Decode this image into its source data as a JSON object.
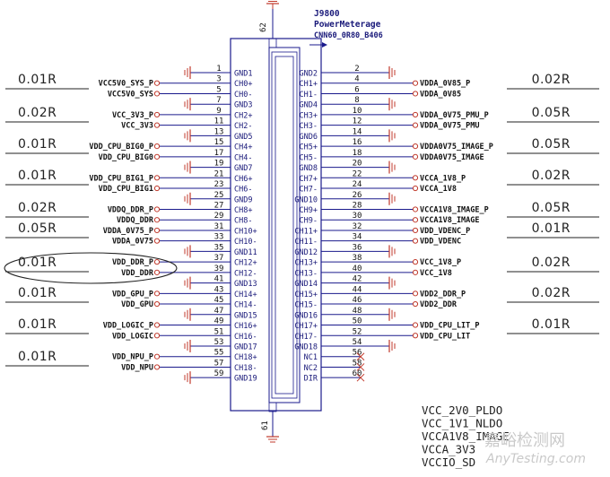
{
  "connector": {
    "ref": "J9800",
    "name": "PowerMeterage",
    "part": "CNN60_0R80_B406",
    "top_pin": "62",
    "bottom_pin": "61"
  },
  "left_pins": [
    {
      "num": "1",
      "name": "GND1",
      "net": "",
      "kind": "gnd"
    },
    {
      "num": "3",
      "name": "CH0+",
      "net": "VCC5V0_SYS_P",
      "kind": "net"
    },
    {
      "num": "5",
      "name": "CH0-",
      "net": "VCC5V0_SYS",
      "kind": "net"
    },
    {
      "num": "7",
      "name": "GND3",
      "net": "",
      "kind": "gnd"
    },
    {
      "num": "9",
      "name": "CH2+",
      "net": "VCC_3V3_P",
      "kind": "net"
    },
    {
      "num": "11",
      "name": "CH2-",
      "net": "VCC_3V3",
      "kind": "net"
    },
    {
      "num": "13",
      "name": "GND5",
      "net": "",
      "kind": "gnd"
    },
    {
      "num": "15",
      "name": "CH4+",
      "net": "VDD_CPU_BIG0_P",
      "kind": "net"
    },
    {
      "num": "17",
      "name": "CH4-",
      "net": "VDD_CPU_BIG0",
      "kind": "net"
    },
    {
      "num": "19",
      "name": "GND7",
      "net": "",
      "kind": "gnd"
    },
    {
      "num": "21",
      "name": "CH6+",
      "net": "VDD_CPU_BIG1_P",
      "kind": "net"
    },
    {
      "num": "23",
      "name": "CH6-",
      "net": "VDD_CPU_BIG1",
      "kind": "net"
    },
    {
      "num": "25",
      "name": "GND9",
      "net": "",
      "kind": "gnd"
    },
    {
      "num": "27",
      "name": "CH8+",
      "net": "VDDQ_DDR_P",
      "kind": "net"
    },
    {
      "num": "29",
      "name": "CH8-",
      "net": "VDDQ_DDR",
      "kind": "net"
    },
    {
      "num": "31",
      "name": "CH10+",
      "net": "VDDA_0V75_P",
      "kind": "net"
    },
    {
      "num": "33",
      "name": "CH10-",
      "net": "VDDA_0V75",
      "kind": "net"
    },
    {
      "num": "35",
      "name": "GND11",
      "net": "",
      "kind": "gnd"
    },
    {
      "num": "37",
      "name": "CH12+",
      "net": "VDD_DDR_P",
      "kind": "net"
    },
    {
      "num": "39",
      "name": "CH12-",
      "net": "VDD_DDR",
      "kind": "net"
    },
    {
      "num": "41",
      "name": "GND13",
      "net": "",
      "kind": "gnd"
    },
    {
      "num": "43",
      "name": "CH14+",
      "net": "VDD_GPU_P",
      "kind": "net"
    },
    {
      "num": "45",
      "name": "CH14-",
      "net": "VDD_GPU",
      "kind": "net"
    },
    {
      "num": "47",
      "name": "GND15",
      "net": "",
      "kind": "gnd"
    },
    {
      "num": "49",
      "name": "CH16+",
      "net": "VDD_LOGIC_P",
      "kind": "net"
    },
    {
      "num": "51",
      "name": "CH16-",
      "net": "VDD_LOGIC",
      "kind": "net"
    },
    {
      "num": "53",
      "name": "GND17",
      "net": "",
      "kind": "gnd"
    },
    {
      "num": "55",
      "name": "CH18+",
      "net": "VDD_NPU_P",
      "kind": "net"
    },
    {
      "num": "57",
      "name": "CH18-",
      "net": "VDD_NPU",
      "kind": "net"
    },
    {
      "num": "59",
      "name": "GND19",
      "net": "",
      "kind": "gnd"
    }
  ],
  "right_pins": [
    {
      "num": "2",
      "name": "GND2",
      "net": "",
      "kind": "gnd"
    },
    {
      "num": "4",
      "name": "CH1+",
      "net": "VDDA_0V85_P",
      "kind": "net"
    },
    {
      "num": "6",
      "name": "CH1-",
      "net": "VDDA_0V85",
      "kind": "net"
    },
    {
      "num": "8",
      "name": "GND4",
      "net": "",
      "kind": "gnd"
    },
    {
      "num": "10",
      "name": "CH3+",
      "net": "VDDA_0V75_PMU_P",
      "kind": "net"
    },
    {
      "num": "12",
      "name": "CH3-",
      "net": "VDDA_0V75_PMU",
      "kind": "net"
    },
    {
      "num": "14",
      "name": "GND6",
      "net": "",
      "kind": "gnd"
    },
    {
      "num": "16",
      "name": "CH5+",
      "net": "VDDA0V75_IMAGE_P",
      "kind": "net"
    },
    {
      "num": "18",
      "name": "CH5-",
      "net": "VDDA0V75_IMAGE",
      "kind": "net"
    },
    {
      "num": "20",
      "name": "GND8",
      "net": "",
      "kind": "gnd"
    },
    {
      "num": "22",
      "name": "CH7+",
      "net": "VCCA_1V8_P",
      "kind": "net"
    },
    {
      "num": "24",
      "name": "CH7-",
      "net": "VCCA_1V8",
      "kind": "net"
    },
    {
      "num": "26",
      "name": "GND10",
      "net": "",
      "kind": "gnd"
    },
    {
      "num": "28",
      "name": "CH9+",
      "net": "VCCA1V8_IMAGE_P",
      "kind": "net"
    },
    {
      "num": "30",
      "name": "CH9-",
      "net": "VCCA1V8_IMAGE",
      "kind": "net"
    },
    {
      "num": "32",
      "name": "CH11+",
      "net": "VDD_VDENC_P",
      "kind": "net"
    },
    {
      "num": "34",
      "name": "CH11-",
      "net": "VDD_VDENC",
      "kind": "net"
    },
    {
      "num": "36",
      "name": "GND12",
      "net": "",
      "kind": "gnd"
    },
    {
      "num": "38",
      "name": "CH13+",
      "net": "VCC_1V8_P",
      "kind": "net"
    },
    {
      "num": "40",
      "name": "CH13-",
      "net": "VCC_1V8",
      "kind": "net"
    },
    {
      "num": "42",
      "name": "GND14",
      "net": "",
      "kind": "gnd"
    },
    {
      "num": "44",
      "name": "CH15+",
      "net": "VDD2_DDR_P",
      "kind": "net"
    },
    {
      "num": "46",
      "name": "CH15-",
      "net": "VDD2_DDR",
      "kind": "net"
    },
    {
      "num": "48",
      "name": "GND16",
      "net": "",
      "kind": "gnd"
    },
    {
      "num": "50",
      "name": "CH17+",
      "net": "VDD_CPU_LIT_P",
      "kind": "net"
    },
    {
      "num": "52",
      "name": "CH17-",
      "net": "VDD_CPU_LIT",
      "kind": "net"
    },
    {
      "num": "54",
      "name": "GND18",
      "net": "",
      "kind": "gnd"
    },
    {
      "num": "56",
      "name": "NC1",
      "net": "",
      "kind": "nc"
    },
    {
      "num": "58",
      "name": "NC2",
      "net": "",
      "kind": "nc"
    },
    {
      "num": "60",
      "name": "DIR",
      "net": "",
      "kind": "nc"
    }
  ],
  "left_resistors": [
    "0.01R",
    "0.02R",
    "0.01R",
    "0.01R",
    "0.02R",
    "0.05R",
    "0.01R",
    "0.01R",
    "0.01R",
    "0.01R"
  ],
  "right_resistors": [
    "0.02R",
    "0.05R",
    "0.05R",
    "0.02R",
    "0.05R",
    "0.01R",
    "0.02R",
    "0.02R",
    "0.01R"
  ],
  "unassigned_rails": [
    "VCC_2V0_PLDO",
    "VCC_1V1_NLDO",
    "VCCA1V8_IMAGE",
    "VCCA_3V3",
    "VCCIO_SD"
  ],
  "watermark": {
    "cn": "嘉峪检测网",
    "url": "AnyTesting.com"
  },
  "colors": {
    "line": "#1a1a8c",
    "ground": "#c0392b",
    "text": "#111111",
    "res_line": "#222222",
    "highlight": "#222222"
  }
}
